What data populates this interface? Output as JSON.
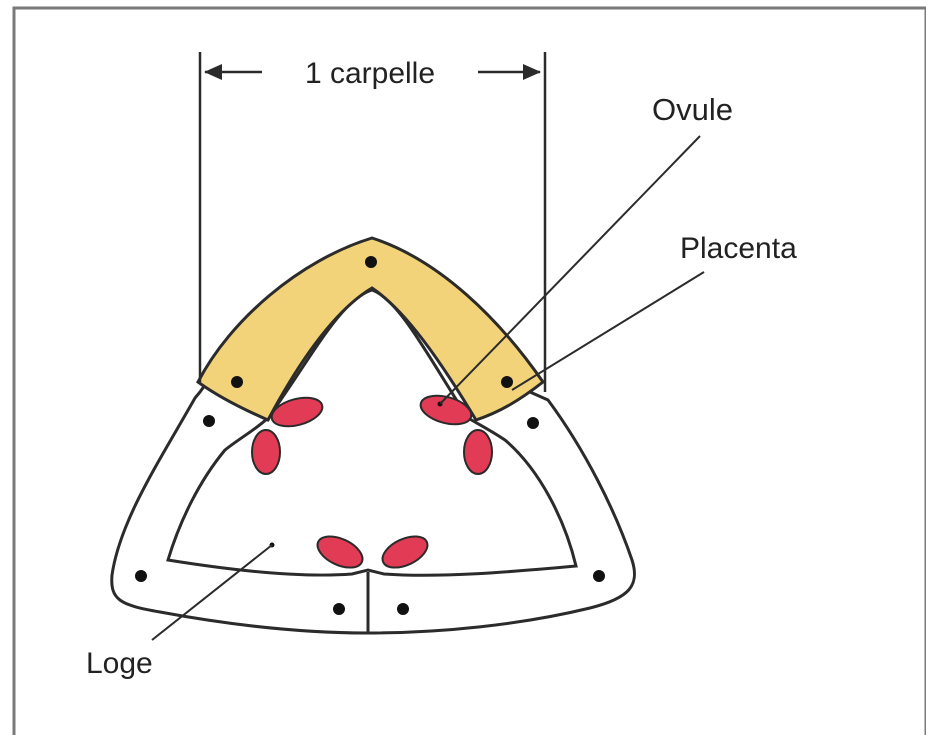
{
  "diagram": {
    "labels": {
      "carpel_width": "1 carpelle",
      "ovule": "Ovule",
      "placenta": "Placenta",
      "loge": "Loge"
    },
    "colors": {
      "carpel_fill": "#f3d37a",
      "ovule_fill": "#e23b55",
      "outline": "#2b2b2b",
      "background": "#ffffff"
    }
  }
}
